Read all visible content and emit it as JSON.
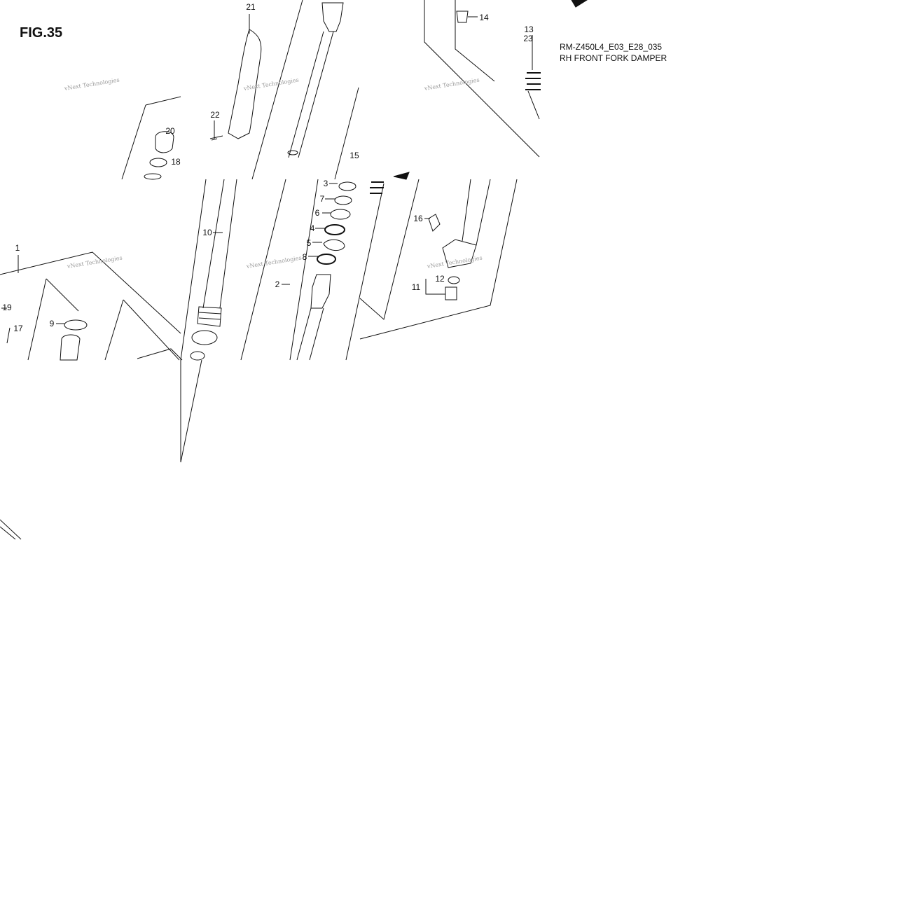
{
  "figure": {
    "title": "FIG.35",
    "model_code": "RM-Z450L4_E03_E28_035",
    "description": "RH FRONT FORK DAMPER"
  },
  "watermark": "vNext Technologies",
  "callouts": [
    {
      "id": "c21",
      "text": "21"
    },
    {
      "id": "c14",
      "text": "14"
    },
    {
      "id": "c13",
      "text": "13"
    },
    {
      "id": "c23",
      "text": "23"
    },
    {
      "id": "c22",
      "text": "22"
    },
    {
      "id": "c20",
      "text": "20"
    },
    {
      "id": "c18",
      "text": "18"
    },
    {
      "id": "c15",
      "text": "15"
    },
    {
      "id": "c3",
      "text": "3"
    },
    {
      "id": "c7",
      "text": "7"
    },
    {
      "id": "c6",
      "text": "6"
    },
    {
      "id": "c4",
      "text": "4"
    },
    {
      "id": "c5",
      "text": "5"
    },
    {
      "id": "c8",
      "text": "8"
    },
    {
      "id": "c2",
      "text": "2"
    },
    {
      "id": "c10",
      "text": "10"
    },
    {
      "id": "c16",
      "text": "16"
    },
    {
      "id": "c11",
      "text": "11"
    },
    {
      "id": "c12",
      "text": "12"
    },
    {
      "id": "c1",
      "text": "1"
    },
    {
      "id": "c19",
      "text": "19"
    },
    {
      "id": "c17",
      "text": "17"
    },
    {
      "id": "c9",
      "text": "9"
    }
  ],
  "colors": {
    "line": "#111111",
    "watermark": "#9a9a9a",
    "background": "#ffffff"
  }
}
